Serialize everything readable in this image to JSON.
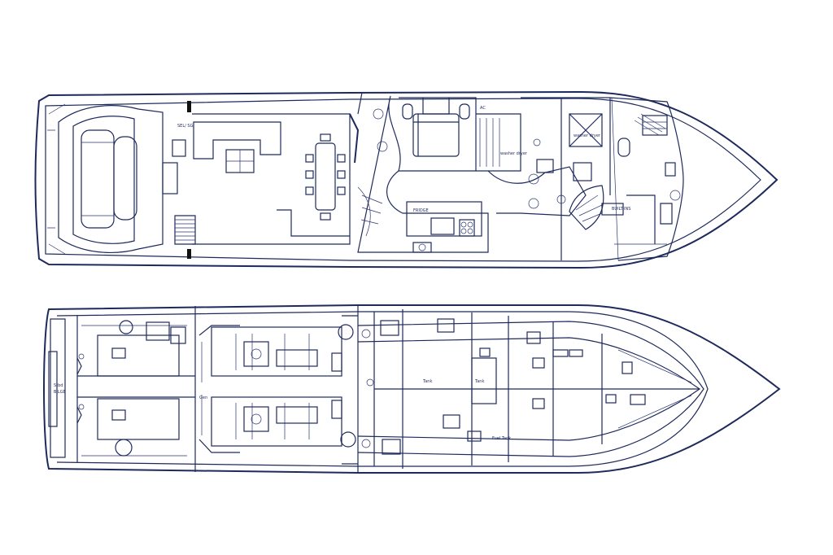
{
  "labels": {
    "upper_1": "SEL/ SG",
    "upper_2": "FRIDGE",
    "upper_3": "AC",
    "upper_4": "washer dryer",
    "upper_5": "washer dryer",
    "upper_6": "BUILT-INS",
    "lower_1": "Stbd",
    "lower_2": "BILGE",
    "lower_3": "Gen",
    "lower_4": "Tank",
    "lower_5": "Tank",
    "lower_6": "Fuel Tank"
  }
}
